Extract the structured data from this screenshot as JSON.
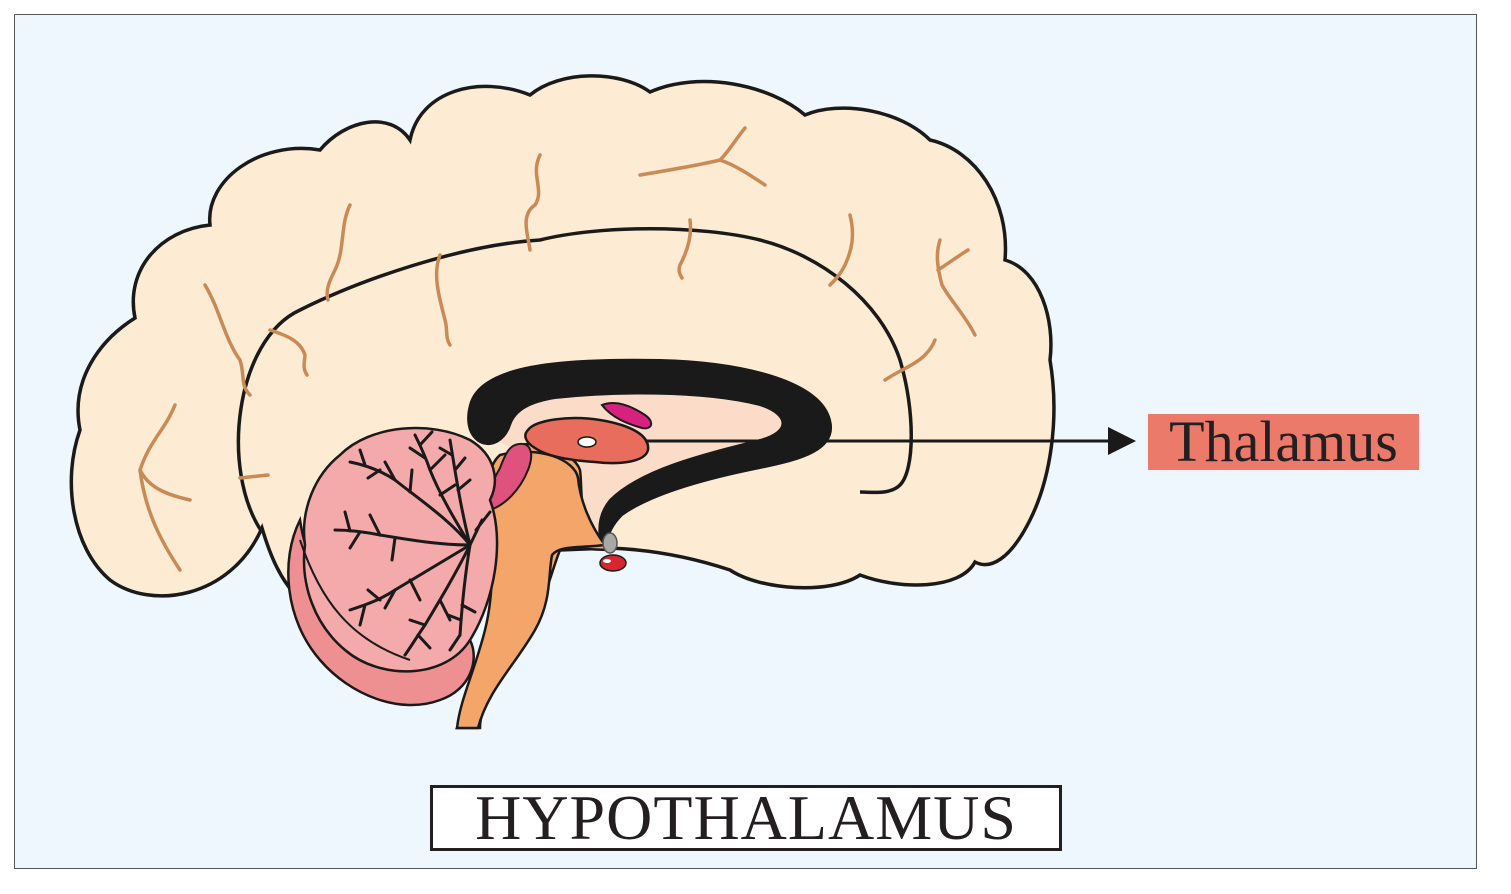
{
  "labels": {
    "thalamus": "Thalamus",
    "title": "HYPOTHALAMUS"
  },
  "colors": {
    "background": "#eef6fe",
    "cerebrum": "#fdebd3",
    "sulci": "#c98a55",
    "corpus_callosum": "#1a1a1a",
    "cerebellum": "#f4a9aa",
    "cerebellum_shade": "#ee8f92",
    "brainstem": "#f3a56a",
    "thalamus": "#e86d5c",
    "label_highlight": "#ec7a6a",
    "pituitary": "#d7262f",
    "pineal": "#e0527e",
    "fornix": "#d6217e"
  },
  "icons": [
    "pointer-arrow"
  ]
}
